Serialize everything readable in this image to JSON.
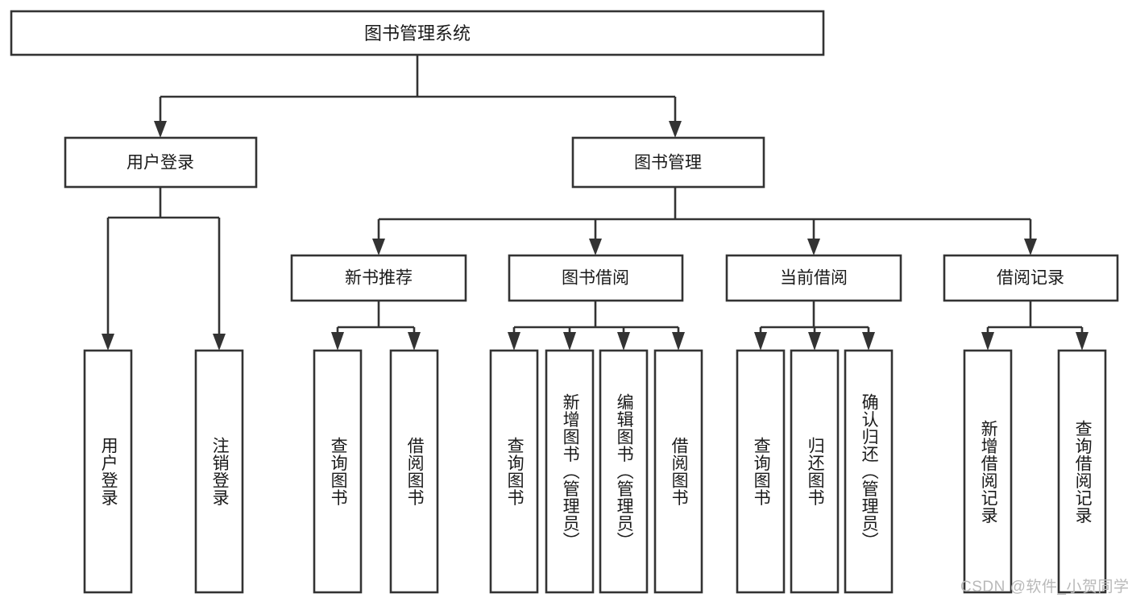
{
  "diagram": {
    "title": "图书管理系统",
    "type": "tree-hierarchy-chart",
    "colors": {
      "box_stroke": "#333333",
      "box_fill": "#ffffff",
      "text": "#1a1a1a",
      "background": "#ffffff",
      "watermark": "#b9b9b9"
    },
    "root": {
      "label": "图书管理系统"
    },
    "level2": [
      {
        "label": "用户登录"
      },
      {
        "label": "图书管理"
      }
    ],
    "level3": [
      {
        "label": "新书推荐"
      },
      {
        "label": "图书借阅"
      },
      {
        "label": "当前借阅"
      },
      {
        "label": "借阅记录"
      }
    ],
    "leaves": {
      "user_login": [
        {
          "label": "用户登录"
        },
        {
          "label": "注销登录"
        }
      ],
      "new_book_recommend": [
        {
          "label": "查询图书"
        },
        {
          "label": "借阅图书"
        }
      ],
      "book_borrow": [
        {
          "label": "查询图书"
        },
        {
          "label": "新增图书（管理员）"
        },
        {
          "label": "编辑图书（管理员）"
        },
        {
          "label": "借阅图书"
        }
      ],
      "current_borrow": [
        {
          "label": "查询图书"
        },
        {
          "label": "归还图书"
        },
        {
          "label": "确认归还（管理员）"
        }
      ],
      "borrow_record": [
        {
          "label": "新增借阅记录"
        },
        {
          "label": "查询借阅记录"
        }
      ]
    },
    "watermark": "CSDN @软件_小贺同学"
  }
}
